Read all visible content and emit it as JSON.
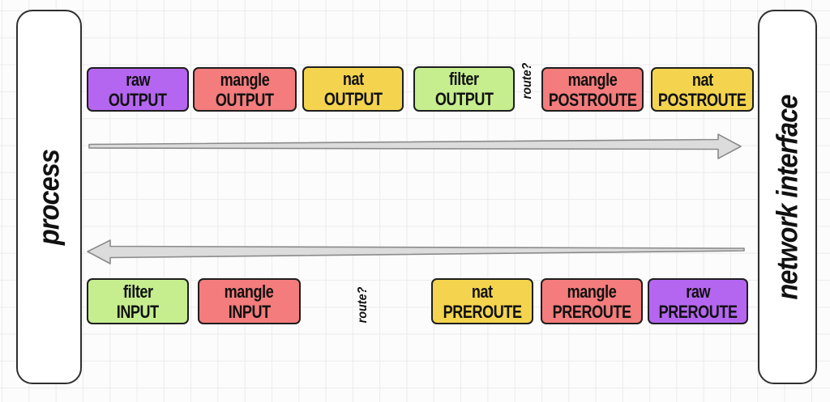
{
  "panels": {
    "left_label": "process",
    "right_label": "network interface"
  },
  "top_flow": {
    "route_label": "route?",
    "boxes": [
      {
        "table": "raw",
        "chain": "OUTPUT",
        "color": "#b566f1"
      },
      {
        "table": "mangle",
        "chain": "OUTPUT",
        "color": "#f47c7c"
      },
      {
        "table": "nat",
        "chain": "OUTPUT",
        "color": "#f4d44e"
      },
      {
        "table": "filter",
        "chain": "OUTPUT",
        "color": "#c6ee8f"
      },
      {
        "table": "mangle",
        "chain": "POSTROUTE",
        "color": "#f47c7c"
      },
      {
        "table": "nat",
        "chain": "POSTROUTE",
        "color": "#f4d44e"
      }
    ]
  },
  "bottom_flow": {
    "route_label": "route?",
    "boxes": [
      {
        "table": "filter",
        "chain": "INPUT",
        "color": "#c6ee8f"
      },
      {
        "table": "mangle",
        "chain": "INPUT",
        "color": "#f47c7c"
      },
      {
        "table": "nat",
        "chain": "PREROUTE",
        "color": "#f4d44e"
      },
      {
        "table": "mangle",
        "chain": "PREROUTE",
        "color": "#f47c7c"
      },
      {
        "table": "raw",
        "chain": "PREROUTE",
        "color": "#b566f1"
      }
    ]
  },
  "arrow_color": {
    "fill": "#dcdcdc",
    "stroke": "#8a8a8a"
  }
}
